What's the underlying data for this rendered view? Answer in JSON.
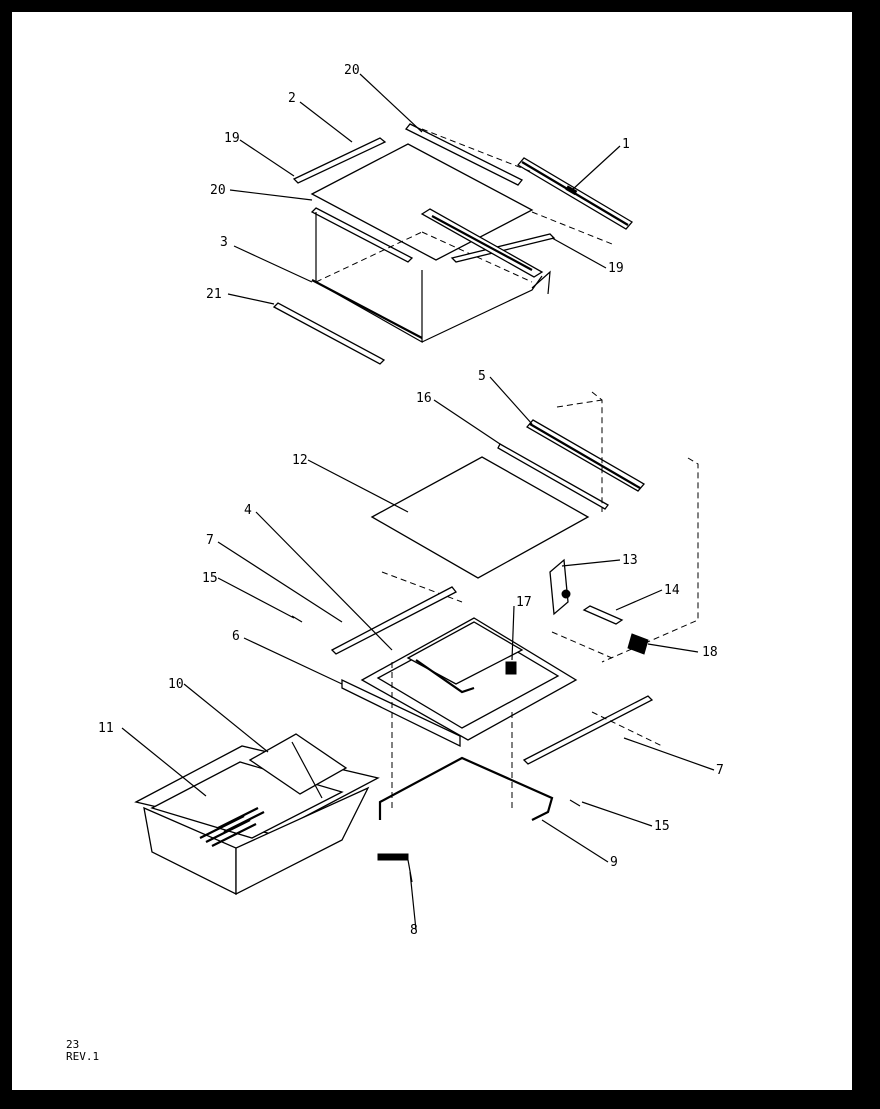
{
  "diagram": {
    "part_labels": [
      "20",
      "2",
      "19",
      "1",
      "20",
      "3",
      "19",
      "21",
      "5",
      "16",
      "12",
      "4",
      "7",
      "15",
      "13",
      "17",
      "14",
      "6",
      "18",
      "10",
      "11",
      "7",
      "15",
      "9",
      "8"
    ],
    "footer": {
      "page": "23",
      "revision": "REV.1"
    }
  }
}
